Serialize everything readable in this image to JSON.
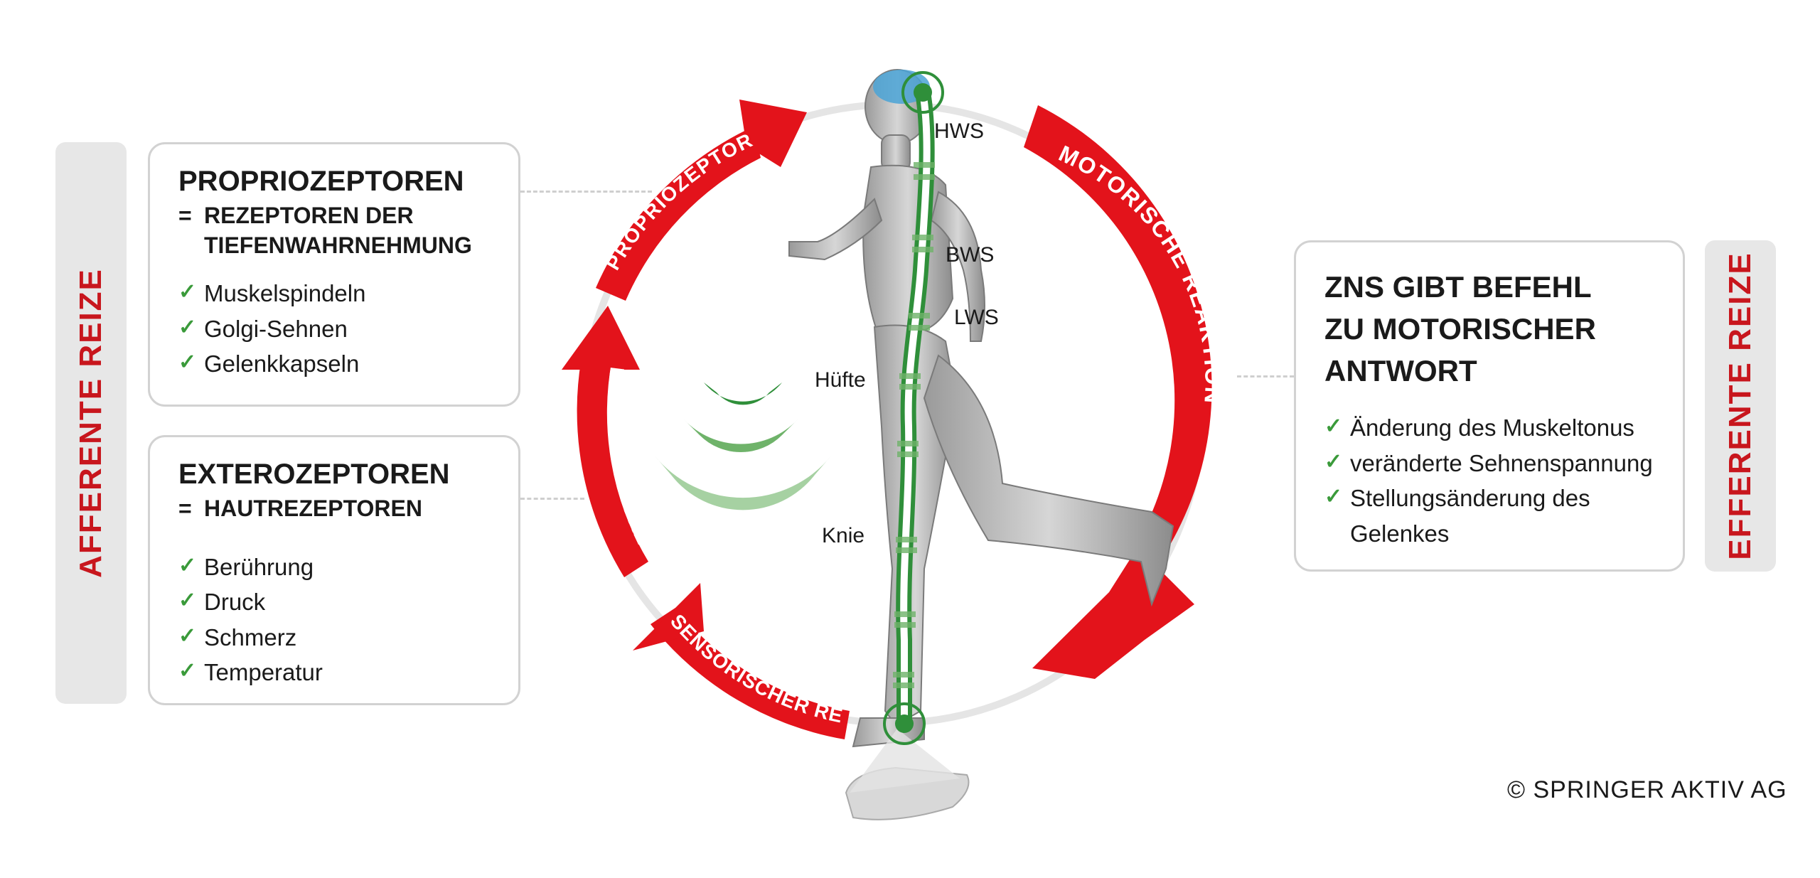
{
  "left_tab": "AFFERENTE REIZE",
  "right_tab": "EFFERENTE REIZE",
  "proprio_panel": {
    "title": "PROPRIOZEPTOREN",
    "eq": "=",
    "subtitle": "REZEPTOREN DER\nTIEFENWAHRNEHMUNG",
    "items": [
      "Muskelspindeln",
      "Golgi-Sehnen",
      "Gelenkkapseln"
    ]
  },
  "extero_panel": {
    "title": "EXTEROZEPTOREN",
    "eq": "=",
    "subtitle": "HAUTREZEPTOREN",
    "items": [
      "Berührung",
      "Druck",
      "Schmerz",
      "Temperatur"
    ]
  },
  "zns_panel": {
    "title": "ZNS GIBT BEFEHL\nZU MOTORISCHER\nANTWORT",
    "items": [
      "Änderung des Muskeltonus",
      "veränderte Sehnenspannung",
      "Stellungsänderung des\nGelenkes"
    ]
  },
  "arrows": {
    "proprio": "PROPRIOZEPTOREN",
    "extero": "EXTEROZEPTOREN",
    "sensor": "SENSORISCHER REIZ",
    "motor": "MOTORISCHE REAKTION"
  },
  "spine_labels": {
    "hws": "HWS",
    "bws": "BWS",
    "lws": "LWS",
    "huefte": "Hüfte",
    "knie": "Knie"
  },
  "check_symbol": "✓",
  "copyright": "© SPRINGER AKTIV AG",
  "colors": {
    "red": "#e3131b",
    "green_dark": "#2f8f3a",
    "green_mid": "#6fb36a",
    "green_light": "#a6d1a2",
    "panel_border": "#d2d2d2",
    "tab_bg": "#e7e7e7"
  }
}
